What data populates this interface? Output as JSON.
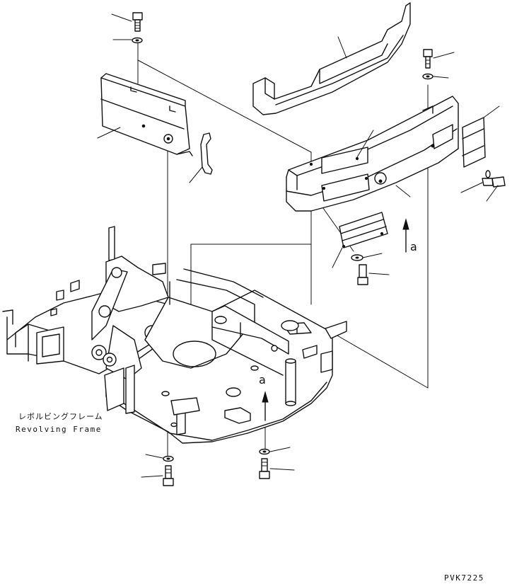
{
  "labels": {
    "frame_jp": "レボルビングフレーム",
    "frame_en": "Revolving Frame",
    "view_a_upper": "a",
    "view_a_lower": "a",
    "drawing_code": "PVK7225"
  }
}
